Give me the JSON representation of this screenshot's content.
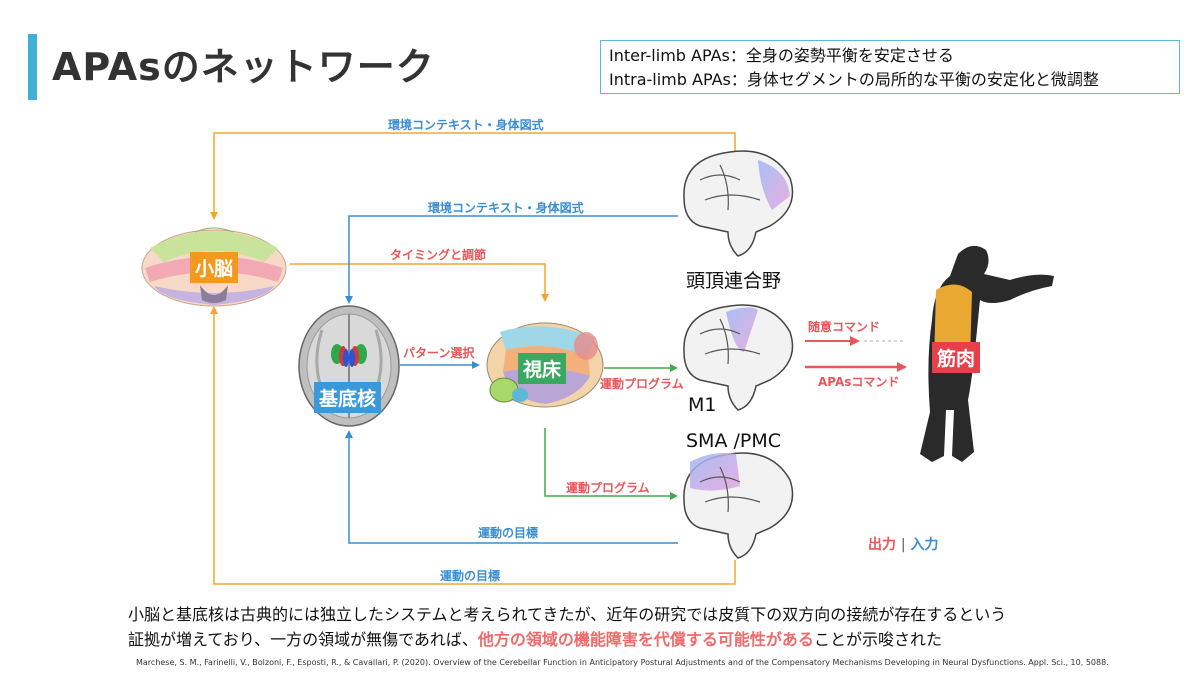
{
  "title": "APAsのネットワーク",
  "definitions": {
    "line1": "Inter-limb APAs：全身の姿勢平衡を安定させる",
    "line2": "Intra-limb APAs：身体セグメントの局所的な平衡の安定化と微調整"
  },
  "nodes": {
    "cerebellum": "小脳",
    "basal_ganglia": "基底核",
    "thalamus": "視床",
    "parietal": "頭頂連合野",
    "m1": "M1",
    "sma_pmc": "SMA /PMC",
    "muscle": "筋肉"
  },
  "edges": {
    "context_top": "環境コンテキスト・身体図式",
    "context_inner": "環境コンテキスト・身体図式",
    "timing": "タイミングと調節",
    "pattern": "パターン選択",
    "motor_program_1": "運動プログラム",
    "motor_program_2": "運動プログラム",
    "voluntary": "随意コマンド",
    "apas": "APAsコマンド",
    "goal_inner": "運動の目標",
    "goal_outer": "運動の目標"
  },
  "legend": {
    "output": "出力",
    "sep": "|",
    "input": "入力"
  },
  "body": {
    "line1": "小脳と基底核は古典的には独立したシステムと考えられてきたが、近年の研究では皮質下の双方向の接続が存在するという",
    "line2_pre": "証拠が増えており、一方の領域が無傷であれば、",
    "line2_hl": "他方の領域の機能障害を代償する可能性がある",
    "line2_post": "ことが示唆された"
  },
  "reference": "Marchese, S. M., Farinelli, V., Bolzoni, F., Esposti, R., & Cavallari, P. (2020). Overview of the Cerebellar Function in Anticipatory Postural Adjustments and of the Compensatory Mechanisms Developing in Neural Dysfunctions. Appl. Sci., 10, 5088.",
  "colors": {
    "accent_bar": "#3fb0d8",
    "blue": "#3a8fd0",
    "orange": "#f4a62a",
    "green": "#45a84a",
    "red": "#e8585a",
    "cerebellum_tag": "#f39a1e",
    "basal_tag": "#3a9ad9",
    "thalamus_tag": "#3aa860",
    "muscle_tag": "#e8404a"
  }
}
